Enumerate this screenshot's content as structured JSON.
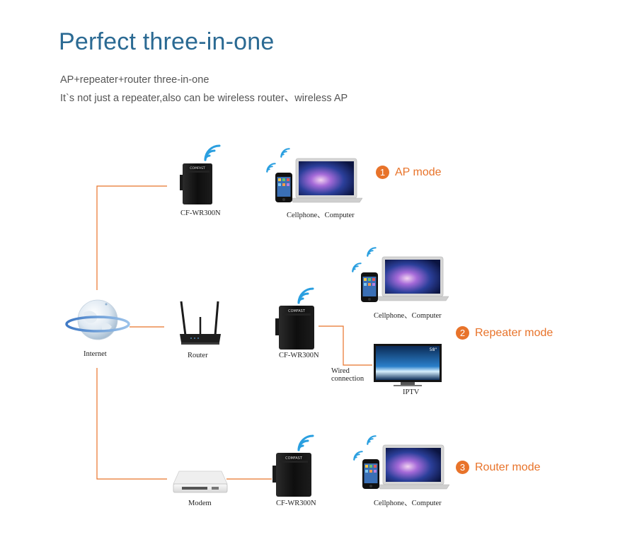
{
  "title": "Perfect three-in-one",
  "subtitle_1": "AP+repeater+router three-in-one",
  "subtitle_2": "It`s not just a repeater,also can be wireless router、wireless AP",
  "colors": {
    "title": "#2b6a93",
    "accent": "#e8732a",
    "wifi": "#2a9fe0",
    "line": "#e8732a"
  },
  "labels": {
    "internet": "Internet",
    "router": "Router",
    "modem": "Modem",
    "device_ap": "CF-WR300N",
    "device_repeater": "CF-WR300N",
    "device_router": "CF-WR300N",
    "clients_ap": "Cellphone、Computer",
    "clients_repeater": "Cellphone、Computer",
    "clients_router": "Cellphone、Computer",
    "wired": "Wired connection",
    "iptv": "IPTV",
    "tv_badge": "58\""
  },
  "modes": [
    {
      "num": "1",
      "label": "AP mode"
    },
    {
      "num": "2",
      "label": "Repeater mode"
    },
    {
      "num": "3",
      "label": "Router mode"
    }
  ],
  "device_brand": "COMFAST"
}
